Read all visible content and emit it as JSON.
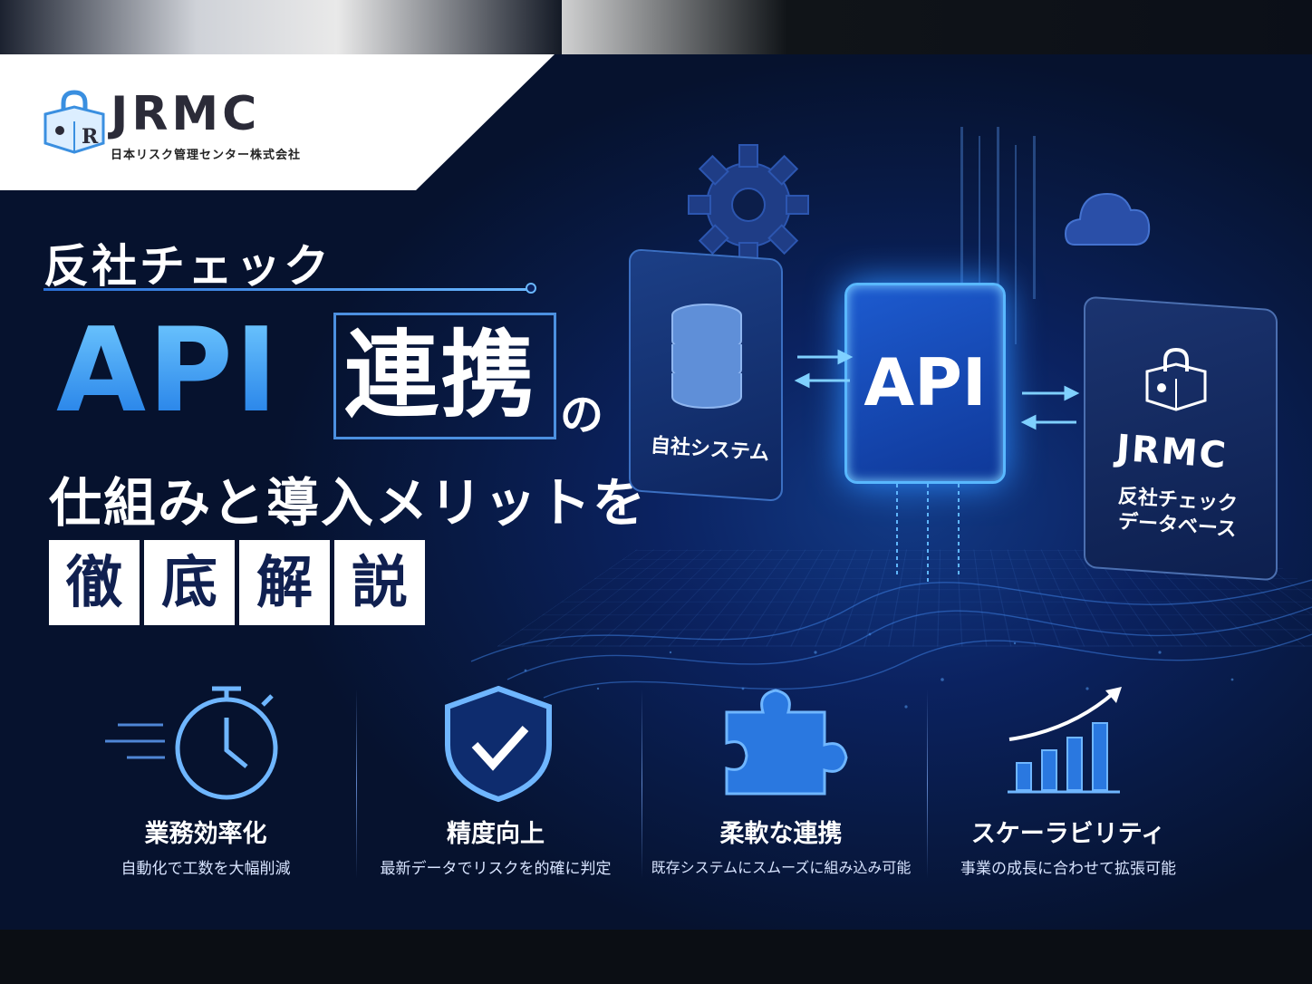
{
  "logo": {
    "name": "JRMC",
    "company": "日本リスク管理センター株式会社",
    "mark_letter": "R"
  },
  "headline": {
    "line1": "反社チェック",
    "api": "API",
    "renkei": "連携",
    "particle": "の",
    "line3": "仕組みと導入メリットを",
    "tettei": [
      "徹",
      "底",
      "解",
      "説"
    ]
  },
  "diagram": {
    "own_system": "自社システム",
    "api": "API",
    "jrmc": "JRMC",
    "db_line1": "反社チェック",
    "db_line2": "データベース"
  },
  "features": [
    {
      "title": "業務効率化",
      "desc": "自動化で工数を大幅削減",
      "icon": "stopwatch-icon"
    },
    {
      "title": "精度向上",
      "desc": "最新データでリスクを的確に判定",
      "icon": "shield-check-icon"
    },
    {
      "title": "柔軟な連携",
      "desc": "既存システムにスムーズに組み込み可能",
      "icon": "puzzle-icon"
    },
    {
      "title": "スケーラビリティ",
      "desc": "事業の成長に合わせて拡張可能",
      "icon": "growth-chart-icon"
    }
  ],
  "colors": {
    "accent": "#35a3ff",
    "navy": "#0b2260",
    "title_box": "#102050"
  }
}
